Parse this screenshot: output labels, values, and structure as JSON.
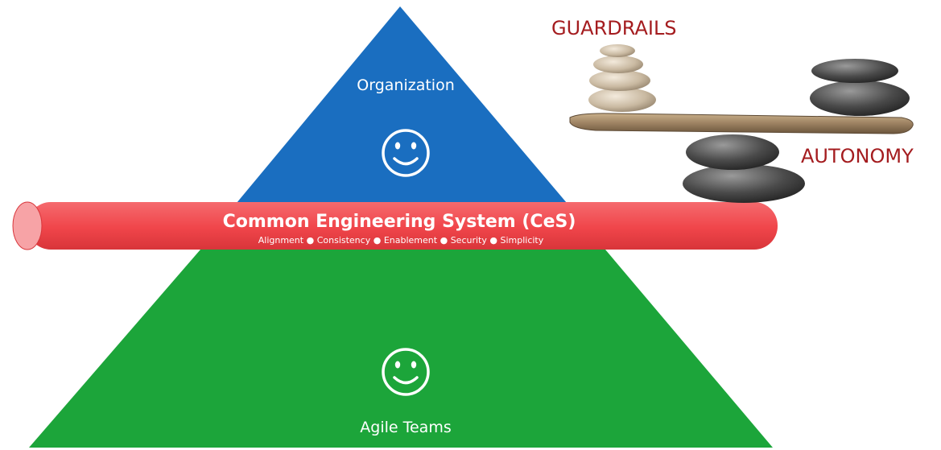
{
  "pyramid": {
    "top_label": "Organization",
    "bottom_label": "Agile Teams"
  },
  "pipe": {
    "title": "Common Engineering System (CeS)",
    "values": [
      "Alignment",
      "Consistency",
      "Enablement",
      "Security",
      "Simplicity"
    ]
  },
  "balance": {
    "top_label": "GUARDRAILS",
    "bottom_label": "AUTONOMY"
  },
  "icons": {
    "top": "smiley-face-icon",
    "bottom": "smiley-face-icon",
    "balance": "balancing-stones-icon"
  },
  "colors": {
    "top_triangle": "#1a6ec0",
    "bottom_triangle": "#1ca53a",
    "pipe": "#f0454a",
    "pipe_cap": "#f7a3a6",
    "balance_text": "#a41c1f"
  }
}
